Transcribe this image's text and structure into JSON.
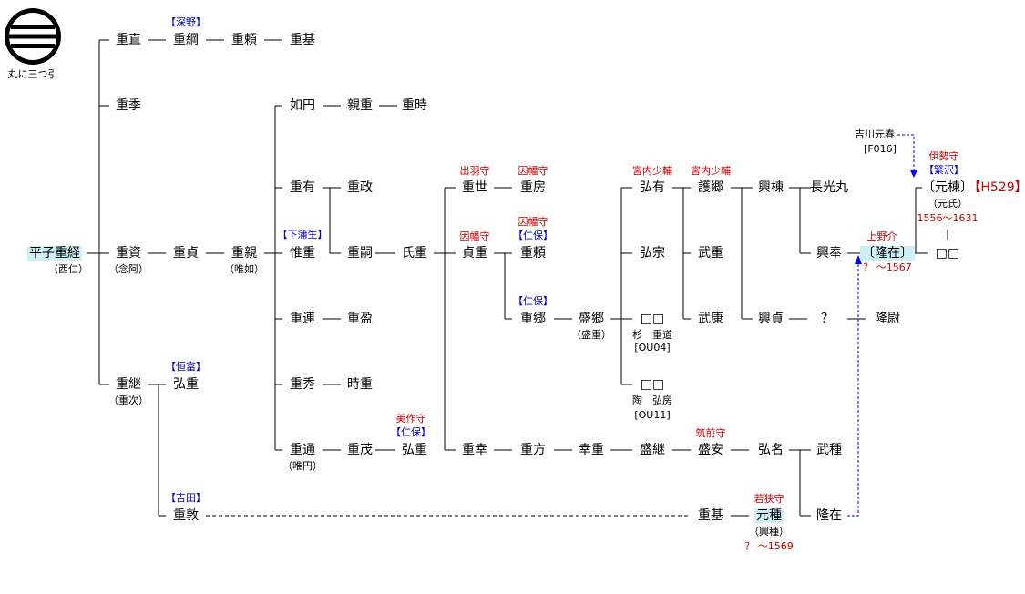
{
  "crest": {
    "label": "丸に三つ引"
  },
  "people": {
    "heike": "平子重経",
    "heike_note": "（西仁）",
    "shigenao": "重直",
    "shigetsuna": "重綱",
    "shigeyori1": "重頼",
    "shigemoto1": "重基",
    "fukano": "【深野】",
    "shigesue": "重季",
    "shigesuke": "重資",
    "shigesuke_note": "（念阿）",
    "shigesada": "重貞",
    "shigechika": "重親",
    "shigechika_note": "（唯如）",
    "nyoen": "如円",
    "chikashige": "親重",
    "shigetoki": "重時",
    "shigeari": "重有",
    "shigemasa": "重政",
    "shimokamou": "【下蒲生】",
    "korishige": "惟重",
    "shigetsugu2": "重嗣",
    "ujishige": "氏重",
    "dewa": "出羽守",
    "shigeyo": "重世",
    "inaba1": "因幡守",
    "shigefusa": "重房",
    "inaba2": "因幡守",
    "sadashige": "貞重",
    "inaba3": "因幡守",
    "niho1": "【仁保】",
    "shigeyori2": "重頼",
    "niho2": "【仁保】",
    "shigesato": "重郷",
    "morisato": "盛郷",
    "morisato_note": "（盛重）",
    "kunai1": "宮内少輔",
    "hiroari": "弘有",
    "kunai2": "宮内少輔",
    "gosato": "護郷",
    "okimune": "興棟",
    "chokomaru": "長光丸",
    "hiromune": "弘宗",
    "takeshige": "武重",
    "kikyo1": "□□",
    "sugi": "杉　重道",
    "ou04": "[OU04]",
    "takeyasu": "武康",
    "okisada": "興貞",
    "question1": "？",
    "takajo": "隆尉",
    "kikyo2": "□□",
    "sue": "陶　弘房",
    "ou11": "[OU11]",
    "okitomo": "興奉",
    "kozuke": "上野介",
    "takaari1": "〔隆在〕",
    "takaari1_dates": "？ ～1567",
    "kikkawa": "吉川元春",
    "f016": "[F016]",
    "ise": "伊勢守",
    "shigesawa": "【繁沢】",
    "motomune": "〔元棟〕",
    "h529": "【H529】",
    "motouji": "（元氏）",
    "motomune_dates": "1556～1631",
    "kikyo3": "□□",
    "shigetsura": "重連",
    "shigemori": "重盈",
    "shigehide": "重秀",
    "tokishige": "時重",
    "shigetsugu": "重継",
    "shigetsugu_note": "（重次）",
    "tsunetomi": "【恒富】",
    "hiroshige1": "弘重",
    "shigemichi": "重通",
    "shigemichi_note": "（唯円）",
    "shigeshige": "重茂",
    "mimasaka": "美作守",
    "niho3": "【仁保】",
    "hiroshige2": "弘重",
    "shigeyuki": "重幸",
    "shigekata": "重方",
    "yukishige": "幸重",
    "moritsugu": "盛継",
    "chikuzen": "筑前守",
    "moriyasu": "盛安",
    "hironaga": "弘名",
    "takedane": "武種",
    "yoshida": "【吉田】",
    "shigeatsu": "重敦",
    "shigemoto2": "重基",
    "wakasa": "若狭守",
    "motodane": "元種",
    "okitane": "（興種）",
    "motodane_dates": "？ ～1569",
    "takaari2": "隆在"
  },
  "colors": {
    "highlight": "#cfeff7",
    "title_red": "#cc0000",
    "branch_blue": "#0000cc",
    "link_blue": "#0000ff"
  }
}
